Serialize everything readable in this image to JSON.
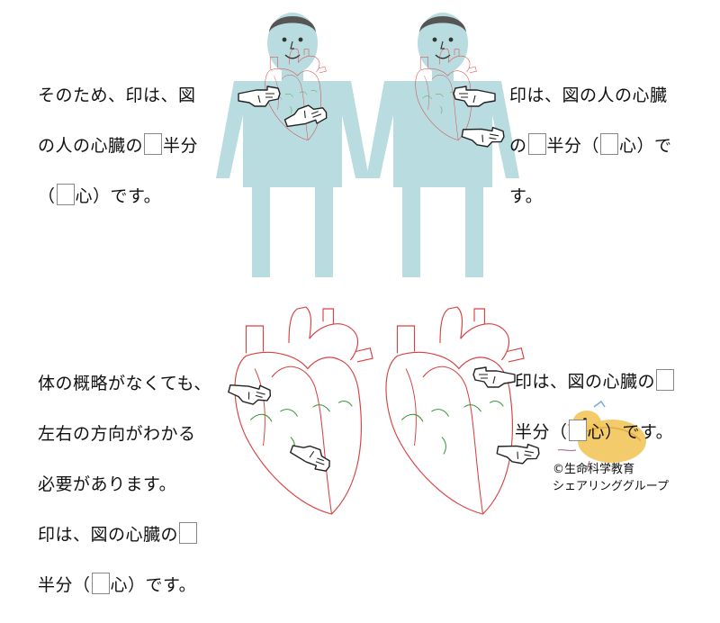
{
  "texts": {
    "top_left": {
      "line1": "そのため、印は、図",
      "line2_a": "の人の心臓の",
      "line2_b": "半分",
      "line3_a": "（",
      "line3_b": "心）です。"
    },
    "top_right": {
      "line1": "印は、図の人の心臓",
      "line2_a": "の",
      "line2_b": "半分（",
      "line2_c": "心）で",
      "line3": "す。"
    },
    "bottom_left": {
      "line1": "体の概略がなくても、",
      "line2": "左右の方向がわかる",
      "line3": "必要があります。",
      "line4_a": "印は、図の心臓の",
      "line5_a": "半分（",
      "line5_b": "心）です。"
    },
    "bottom_right": {
      "line1_a": "印は、図の心臓の",
      "line2_a": "半分（",
      "line2_b": "心）です。"
    }
  },
  "credit": {
    "line1": "©生命科学教育",
    "line2": "シェアリンググループ"
  },
  "colors": {
    "body": "#b8dcdf",
    "heart_outline": "#d94040",
    "vessel_green": "#3a9a3a",
    "head_hair": "#555555",
    "answer_box": "#888888"
  },
  "icons": [
    "pointing-hand-icon",
    "duck-icon"
  ]
}
